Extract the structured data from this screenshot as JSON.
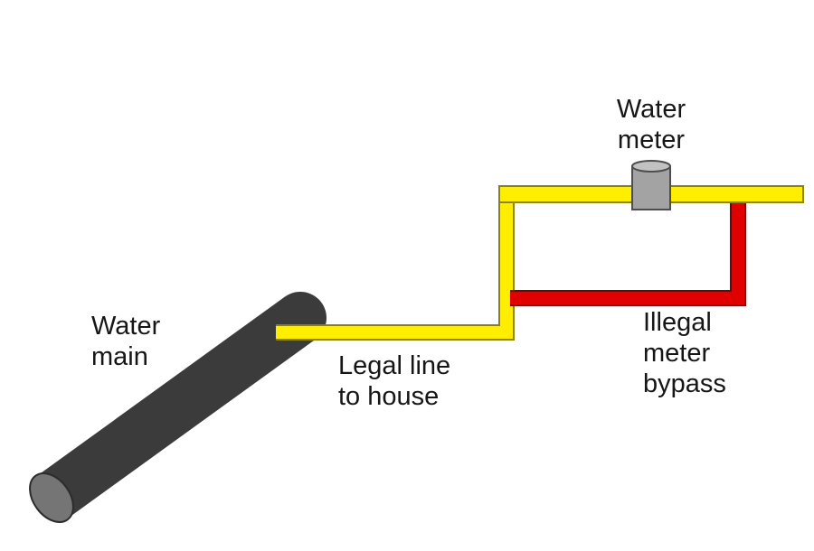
{
  "diagram": {
    "labels": {
      "water_main": {
        "lines": [
          "Water",
          "main"
        ]
      },
      "water_meter": {
        "lines": [
          "Water",
          "meter"
        ]
      },
      "legal_line": {
        "lines": [
          "Legal line",
          "to house"
        ]
      },
      "illegal_bypass": {
        "lines": [
          "Illegal",
          "meter",
          "bypass"
        ]
      }
    },
    "colors": {
      "background": "#ffffff",
      "text": "#161616",
      "water_main_pipe": "#3b3b3b",
      "water_main_cap": "#757575",
      "water_main_cap_edge": "#2c2c2c",
      "legal_pipe": "#ffee00",
      "legal_pipe_edge": "#8d8300",
      "bypass_pipe": "#e00000",
      "bypass_pipe_edge": "#7c0000",
      "meter_body": "#a3a3a3",
      "meter_top": "#c2c2c2",
      "meter_edge": "#4d4d4d"
    }
  }
}
